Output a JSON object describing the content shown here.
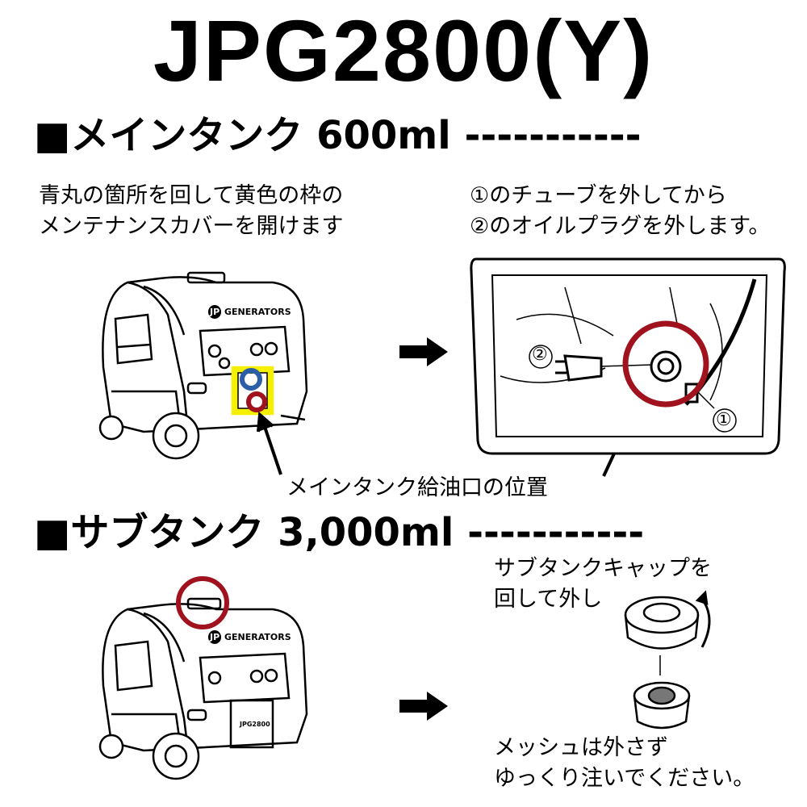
{
  "title": "JPG2800(Y)",
  "main_tank": {
    "heading": "■メインタンク 600ml -----------",
    "left_instructions": [
      "青丸の箇所を回して黄色の枠の",
      "メンテナンスカバーを開けます"
    ],
    "right_instructions": [
      "①のチューブを外してから",
      "②のオイルプラグを外します。"
    ],
    "callout_1": "①",
    "callout_2": "②",
    "caption": "メインタンク給油口の位置",
    "colors": {
      "blue_circle": "#2a5fa8",
      "red_circle": "#a0131e",
      "yellow_frame": "#f5ef00"
    }
  },
  "sub_tank": {
    "heading": "■サブタンク 3,000ml -----------",
    "cap_instructions": [
      "サブタンクキャップを",
      "回して外し"
    ],
    "mesh_instructions": [
      "メッシュは外さず",
      "ゆっくり注いでください。"
    ],
    "panel_label": "JPG2800"
  },
  "logo": {
    "mark": "JP",
    "text": "GENERATORS"
  }
}
